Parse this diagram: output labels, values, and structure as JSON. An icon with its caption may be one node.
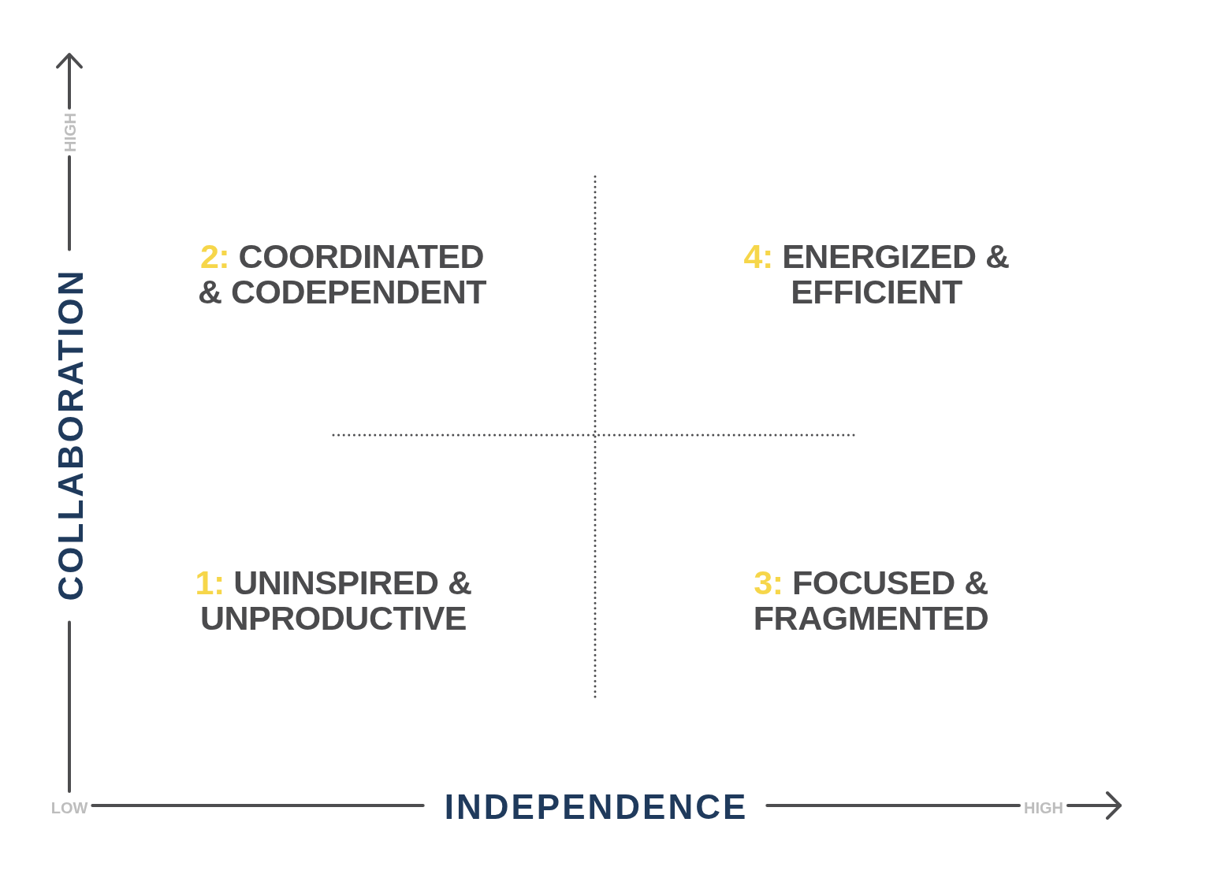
{
  "diagram": {
    "labels": [
      "HIGH",
      "COLLABORATION",
      "2: COORDINATED & CODEPENDENT",
      "4: ENERGIZED & EFFICIENT",
      "1: UNINSPIRED & UNPRODUCTIVE",
      "3: FOCUSED & FRAGMENTED",
      "LOW",
      "INDEPENDENCE",
      "HIGH"
    ]
  }
}
